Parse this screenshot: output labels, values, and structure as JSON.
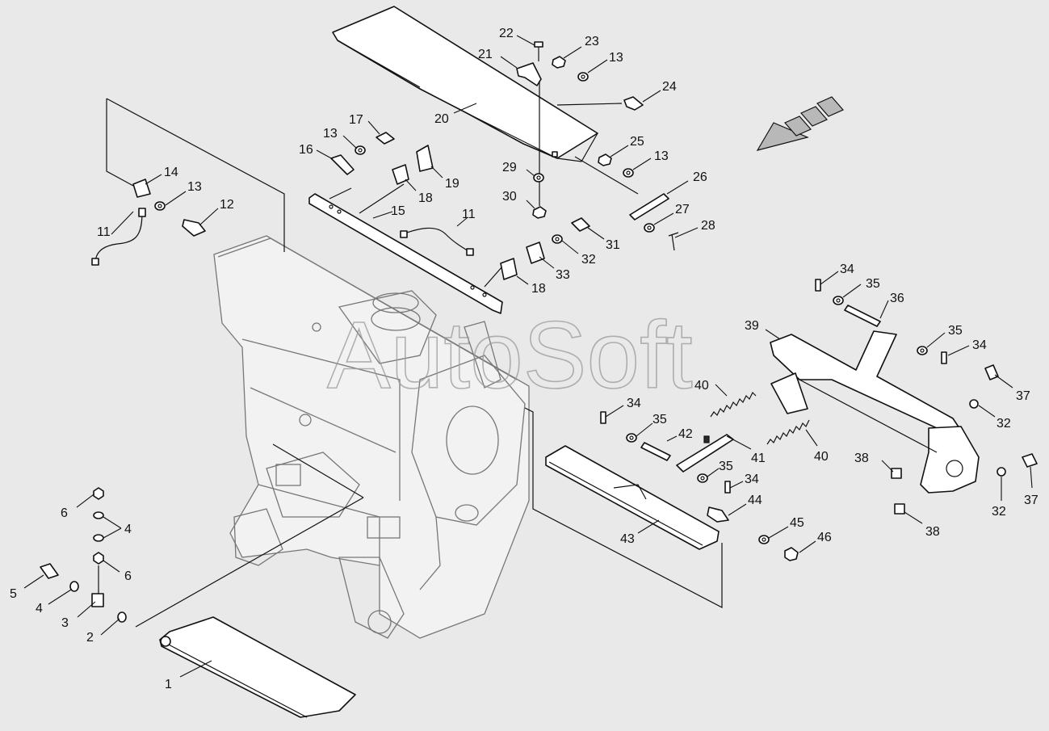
{
  "watermark": "AutoSoft",
  "colors": {
    "background": "#e9e9e9",
    "line": "#111111",
    "frame_outline": "#777777"
  },
  "direction_indicator": "forward-arrow-icon",
  "callouts": [
    {
      "id": "c1",
      "label": "1"
    },
    {
      "id": "c2",
      "label": "2"
    },
    {
      "id": "c3",
      "label": "3"
    },
    {
      "id": "c4a",
      "label": "4"
    },
    {
      "id": "c4b",
      "label": "4"
    },
    {
      "id": "c5",
      "label": "5"
    },
    {
      "id": "c6a",
      "label": "6"
    },
    {
      "id": "c6b",
      "label": "6"
    },
    {
      "id": "c11a",
      "label": "11"
    },
    {
      "id": "c11b",
      "label": "11"
    },
    {
      "id": "c12",
      "label": "12"
    },
    {
      "id": "c13a",
      "label": "13"
    },
    {
      "id": "c13b",
      "label": "13"
    },
    {
      "id": "c13c",
      "label": "13"
    },
    {
      "id": "c13d",
      "label": "13"
    },
    {
      "id": "c14",
      "label": "14"
    },
    {
      "id": "c15",
      "label": "15"
    },
    {
      "id": "c16",
      "label": "16"
    },
    {
      "id": "c17",
      "label": "17"
    },
    {
      "id": "c18a",
      "label": "18"
    },
    {
      "id": "c18b",
      "label": "18"
    },
    {
      "id": "c19",
      "label": "19"
    },
    {
      "id": "c20",
      "label": "20"
    },
    {
      "id": "c21",
      "label": "21"
    },
    {
      "id": "c22",
      "label": "22"
    },
    {
      "id": "c23",
      "label": "23"
    },
    {
      "id": "c24",
      "label": "24"
    },
    {
      "id": "c25",
      "label": "25"
    },
    {
      "id": "c26",
      "label": "26"
    },
    {
      "id": "c27",
      "label": "27"
    },
    {
      "id": "c28",
      "label": "28"
    },
    {
      "id": "c29",
      "label": "29"
    },
    {
      "id": "c30",
      "label": "30"
    },
    {
      "id": "c31",
      "label": "31"
    },
    {
      "id": "c32a",
      "label": "32"
    },
    {
      "id": "c32b",
      "label": "32"
    },
    {
      "id": "c32c",
      "label": "32"
    },
    {
      "id": "c33",
      "label": "33"
    },
    {
      "id": "c34a",
      "label": "34"
    },
    {
      "id": "c34b",
      "label": "34"
    },
    {
      "id": "c34c",
      "label": "34"
    },
    {
      "id": "c34d",
      "label": "34"
    },
    {
      "id": "c35a",
      "label": "35"
    },
    {
      "id": "c35b",
      "label": "35"
    },
    {
      "id": "c35c",
      "label": "35"
    },
    {
      "id": "c35d",
      "label": "35"
    },
    {
      "id": "c36",
      "label": "36"
    },
    {
      "id": "c37a",
      "label": "37"
    },
    {
      "id": "c37b",
      "label": "37"
    },
    {
      "id": "c38a",
      "label": "38"
    },
    {
      "id": "c38b",
      "label": "38"
    },
    {
      "id": "c39",
      "label": "39"
    },
    {
      "id": "c40a",
      "label": "40"
    },
    {
      "id": "c40b",
      "label": "40"
    },
    {
      "id": "c41",
      "label": "41"
    },
    {
      "id": "c42",
      "label": "42"
    },
    {
      "id": "c43",
      "label": "43"
    },
    {
      "id": "c44",
      "label": "44"
    },
    {
      "id": "c45",
      "label": "45"
    },
    {
      "id": "c46",
      "label": "46"
    }
  ]
}
